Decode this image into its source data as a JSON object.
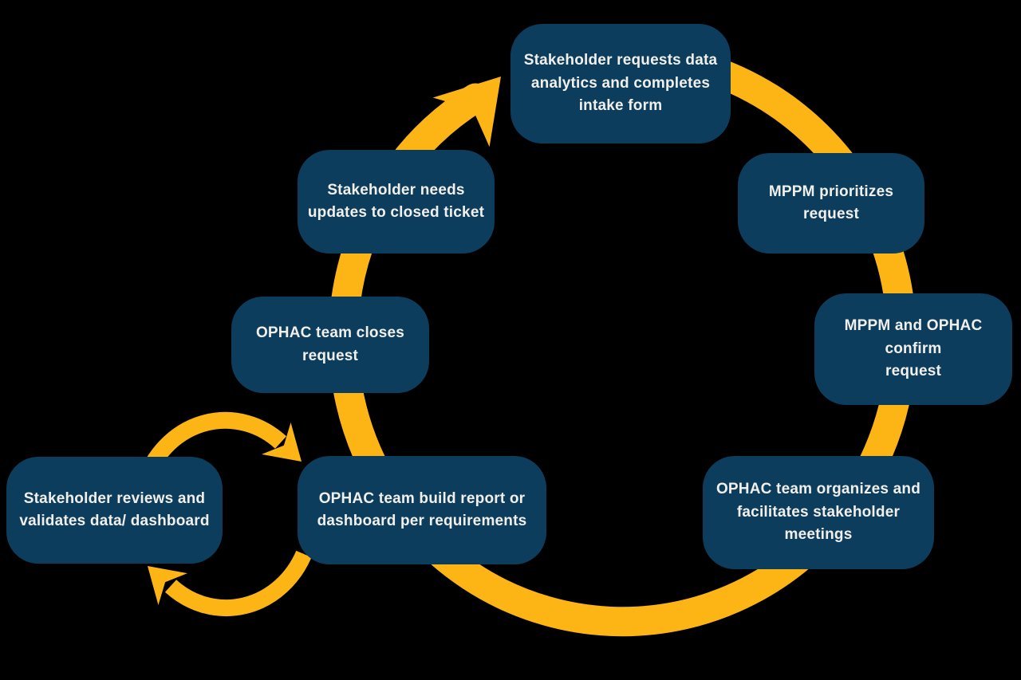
{
  "diagram": {
    "background_color": "#000000",
    "node_color": "#0d3d5d",
    "arrow_color": "#fcb515",
    "text_color": "#f1efea",
    "nodes": [
      {
        "id": "intake",
        "label": "Stakeholder requests data\nanalytics and completes\nintake form"
      },
      {
        "id": "prioritize",
        "label": "MPPM prioritizes request"
      },
      {
        "id": "confirm",
        "label": "MPPM and OPHAC confirm\nrequest"
      },
      {
        "id": "meetings",
        "label": "OPHAC team organizes and\nfacilitates stakeholder\nmeetings"
      },
      {
        "id": "build",
        "label": "OPHAC team build report or\ndashboard per requirements"
      },
      {
        "id": "review",
        "label": "Stakeholder reviews and\nvalidates data/ dashboard"
      },
      {
        "id": "close",
        "label": "OPHAC team closes\nrequest"
      },
      {
        "id": "reopen",
        "label": "Stakeholder needs\nupdates to closed ticket"
      }
    ],
    "flows": {
      "main_cycle": "clockwise: intake → prioritize → confirm → meetings → build → close → reopen → intake",
      "feedback_cycle": "review ⇄ build"
    }
  }
}
